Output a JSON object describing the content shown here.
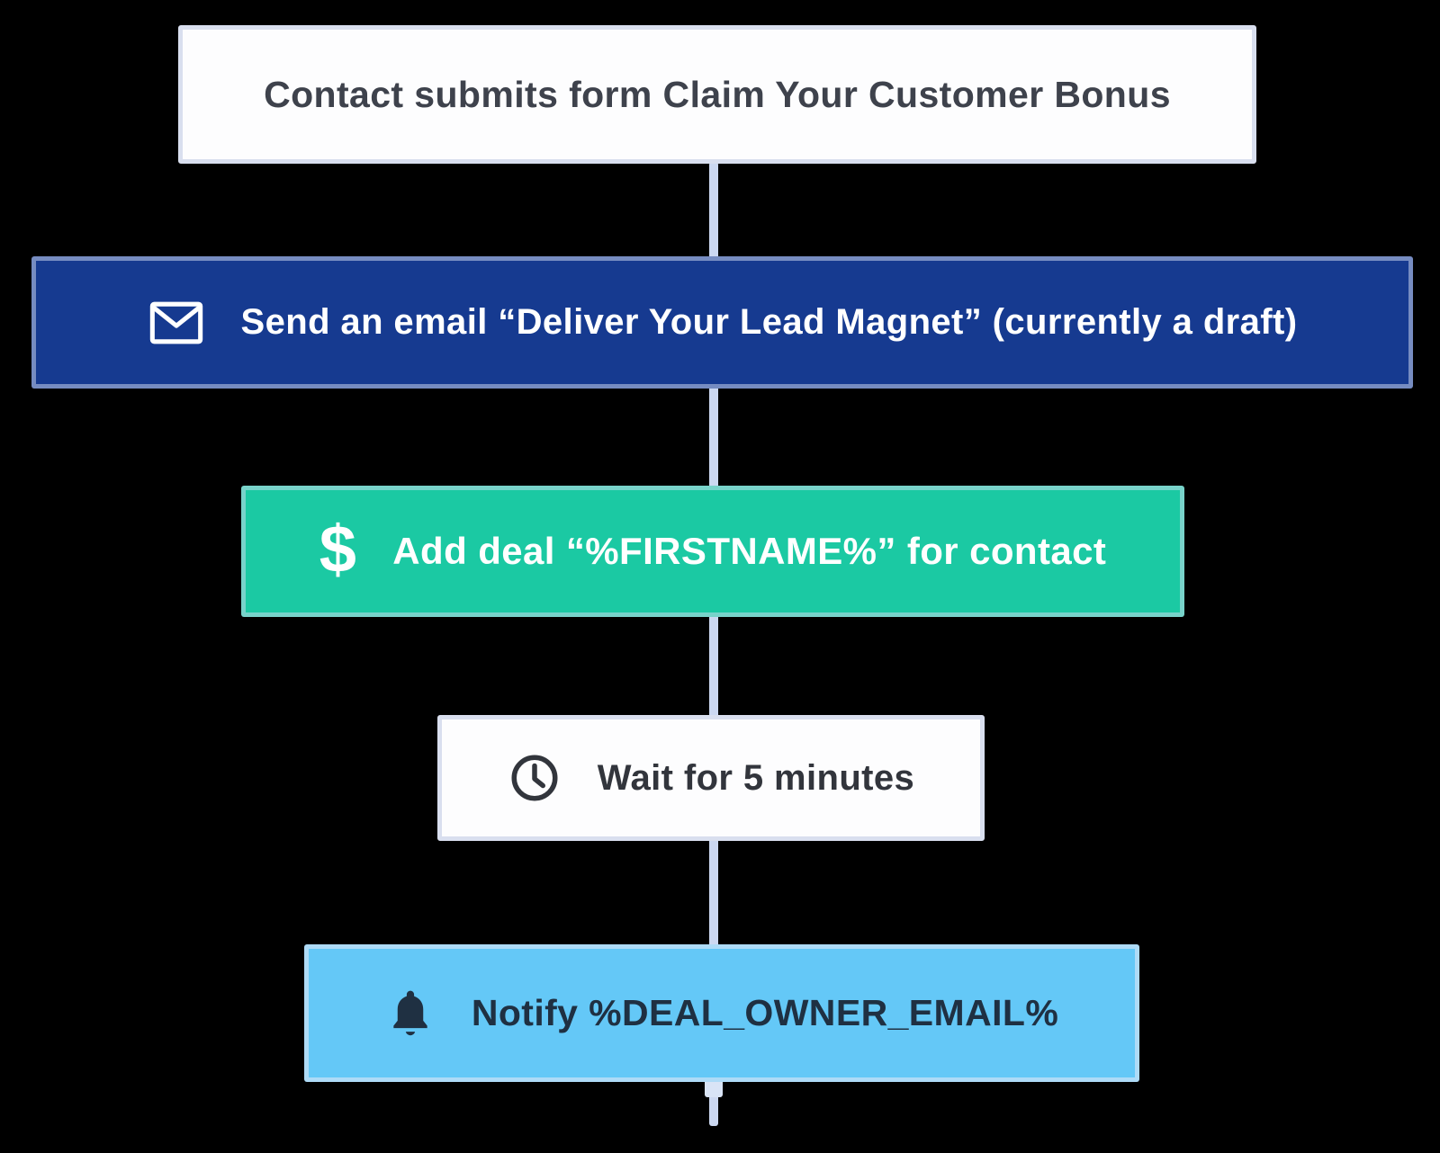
{
  "canvas": {
    "background": "#000000",
    "connector_color": "#ccd8f1",
    "connector_stub_color": "#d9e4f6"
  },
  "workflow": {
    "nodes": [
      {
        "type": "trigger",
        "label": "Contact submits form Claim Your Customer Bonus",
        "icon": null,
        "bg": "#fdfdfe",
        "text_color": "#3e424c",
        "border_color": "#d9dfef"
      },
      {
        "type": "send-email",
        "label": "Send an email “Deliver Your Lead Magnet” (currently a draft)",
        "icon": "envelope-icon",
        "bg": "#163a90",
        "text_color": "#ffffff",
        "border_color": "rgba(214,222,242,0.5)"
      },
      {
        "type": "add-deal",
        "label": "Add deal “%FIRSTNAME%” for contact",
        "icon": "dollar-icon",
        "bg": "#1bc9a3",
        "text_color": "#ffffff",
        "border_color": "rgba(214,222,242,0.5)"
      },
      {
        "type": "wait",
        "label": "Wait for 5 minutes",
        "icon": "clock-icon",
        "bg": "#fdfdfe",
        "text_color": "#32353c",
        "border_color": "#d9dfef"
      },
      {
        "type": "notify",
        "label": "Notify %DEAL_OWNER_EMAIL%",
        "icon": "bell-icon",
        "bg": "#64c8f7",
        "text_color": "#1f3042",
        "border_color": "rgba(224,231,246,0.6)"
      }
    ]
  }
}
